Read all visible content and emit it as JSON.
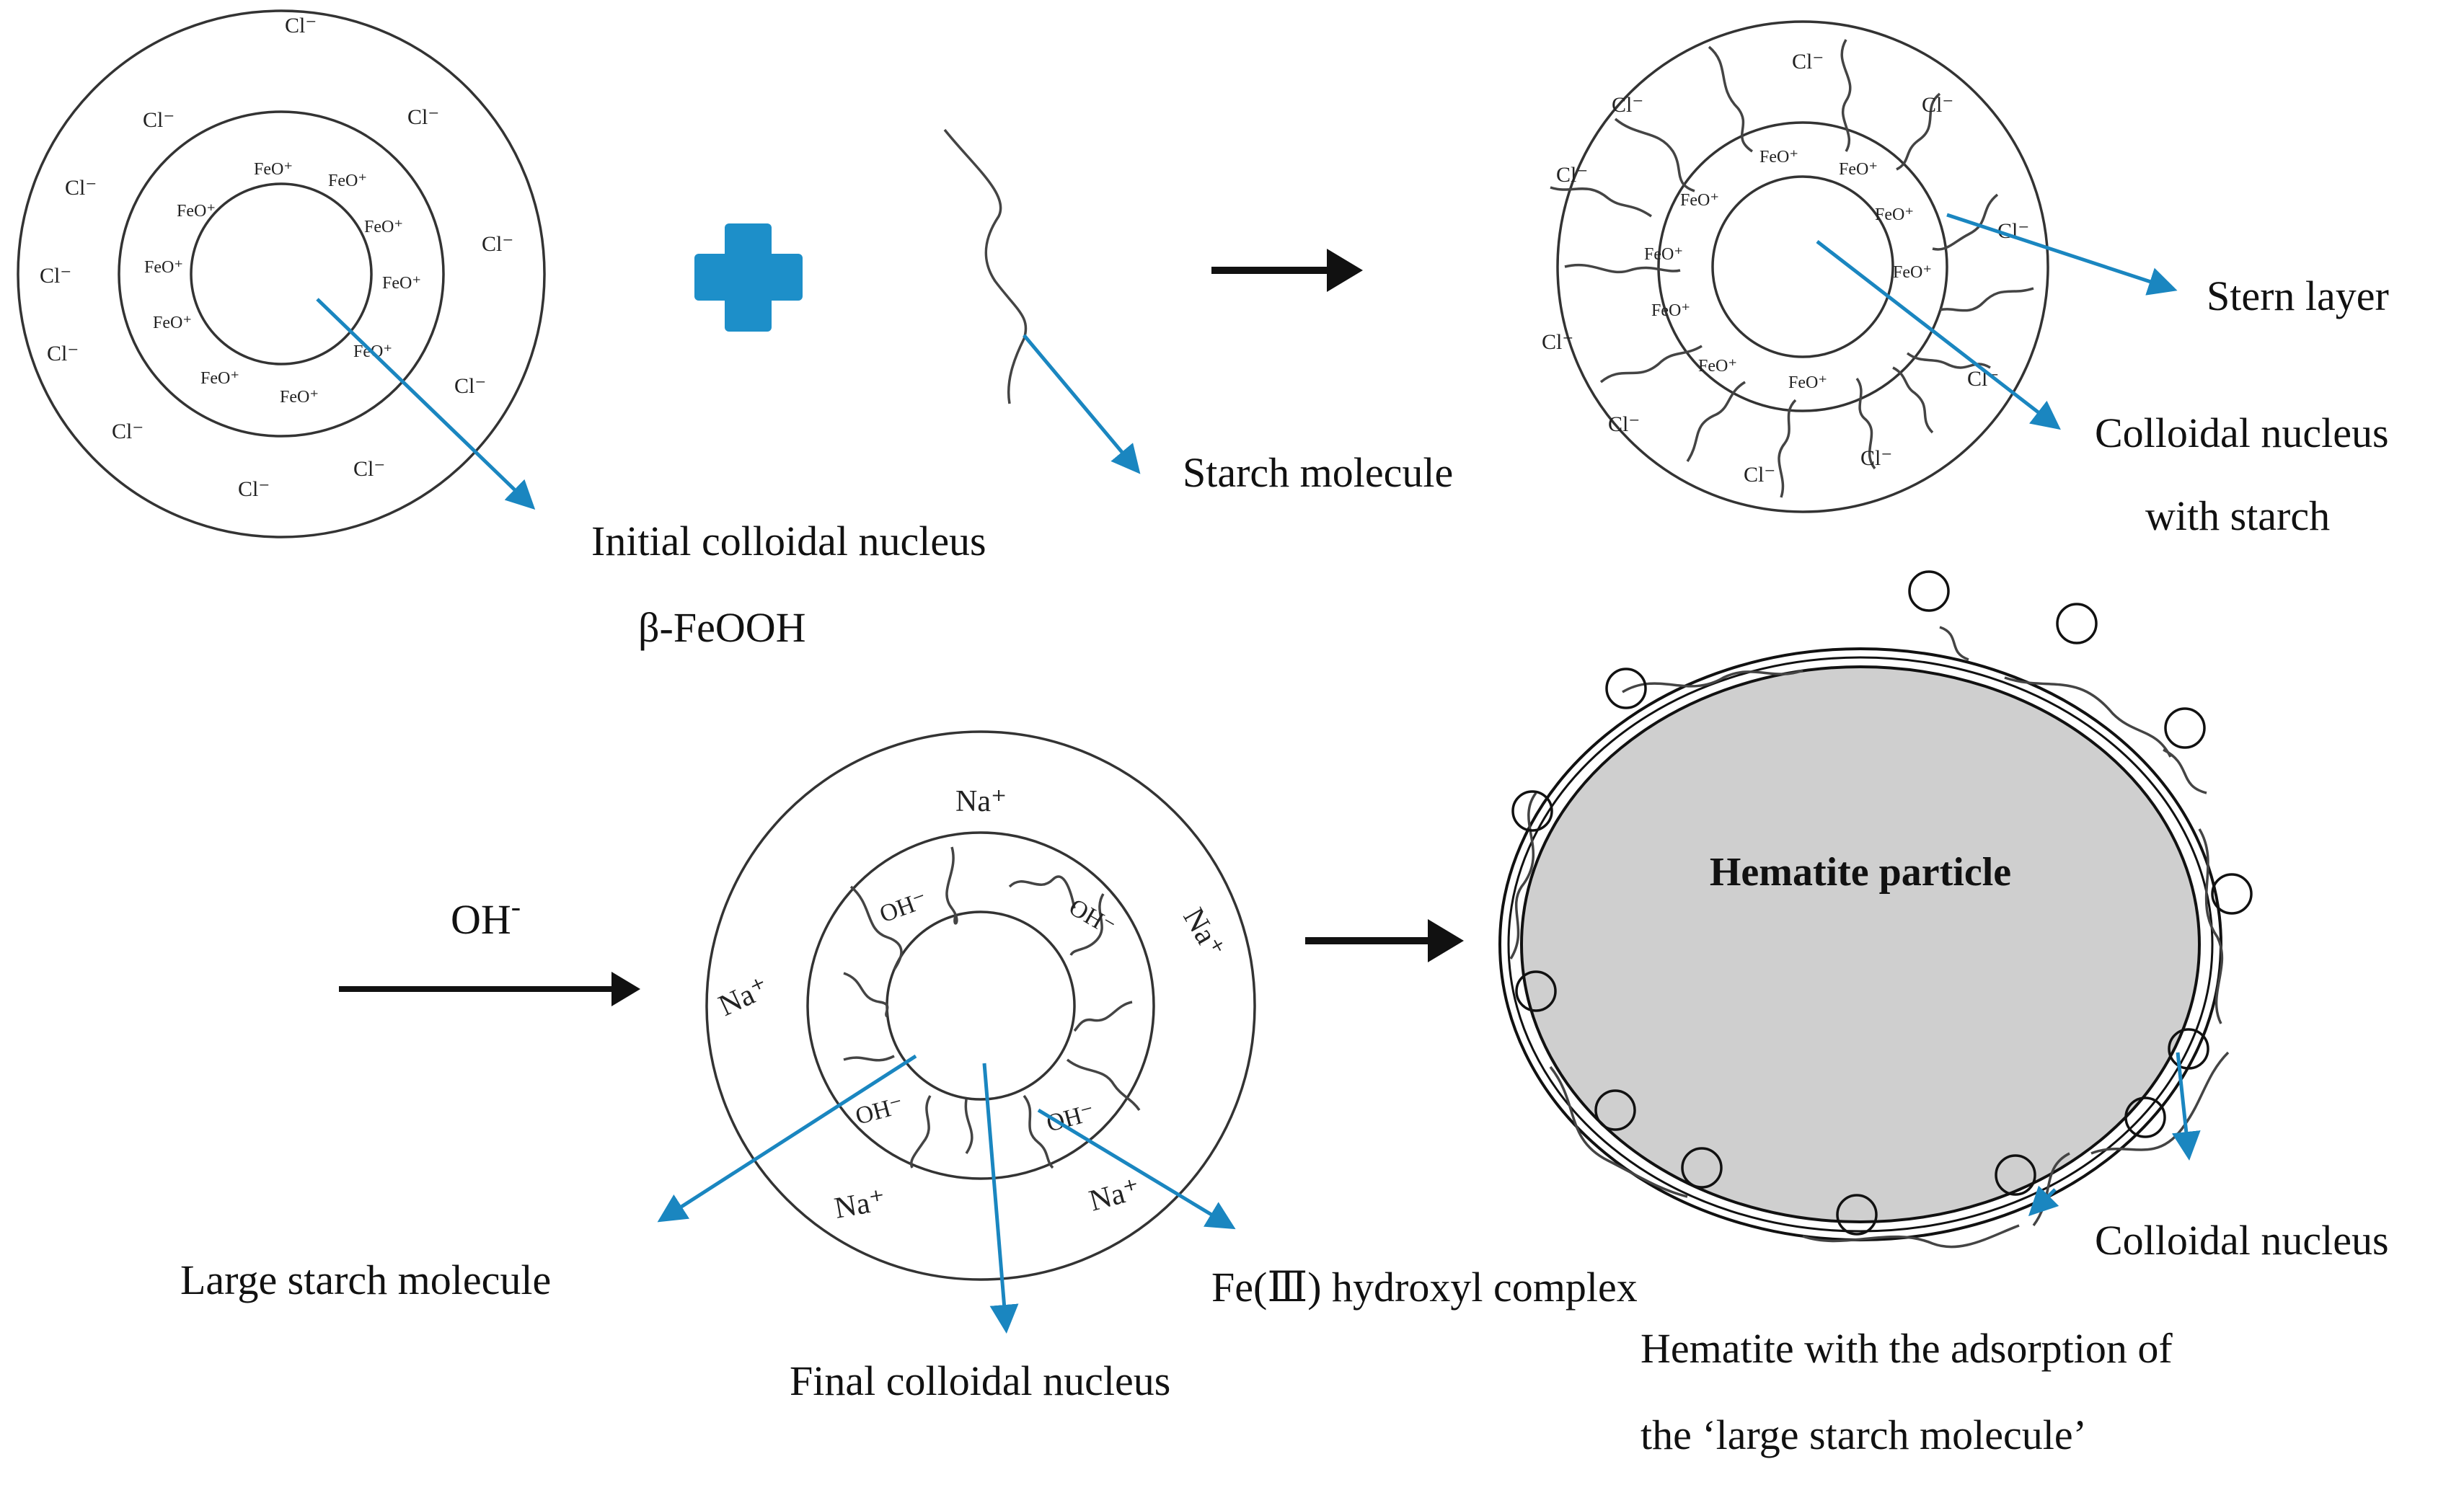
{
  "colors": {
    "arrow_blue": "#1a86c0",
    "plus_blue": "#1d8fc9",
    "hematite_fill": "#cfcfcf",
    "line": "#333333"
  },
  "ions": {
    "chloride": "Cl⁻",
    "feo_plus": "FeO⁺",
    "hydroxide": "OH⁻",
    "sodium": "Na⁺"
  },
  "labels": {
    "initial_nucleus": "Initial colloidal nucleus",
    "beta_feooh": "β-FeOOH",
    "starch_molecule": "Starch molecule",
    "stern_layer": "Stern layer",
    "colloidal_nucleus_with_line1": "Colloidal nucleus",
    "colloidal_nucleus_with_line2": "with starch",
    "oh_reagent": "OH",
    "oh_reagent_sup": "-",
    "large_starch": "Large starch molecule",
    "final_nucleus": "Final colloidal nucleus",
    "fe_complex": "Fe(Ⅲ) hydroxyl complex",
    "hematite_particle": "Hematite particle",
    "colloidal_nucleus": "Colloidal nucleus",
    "hematite_caption_line1": "Hematite with the adsorption of",
    "hematite_caption_line2": "the ‘large starch molecule’"
  },
  "icons": {
    "plus": "plus-icon",
    "reaction_arrow": "reaction-arrow-icon"
  }
}
